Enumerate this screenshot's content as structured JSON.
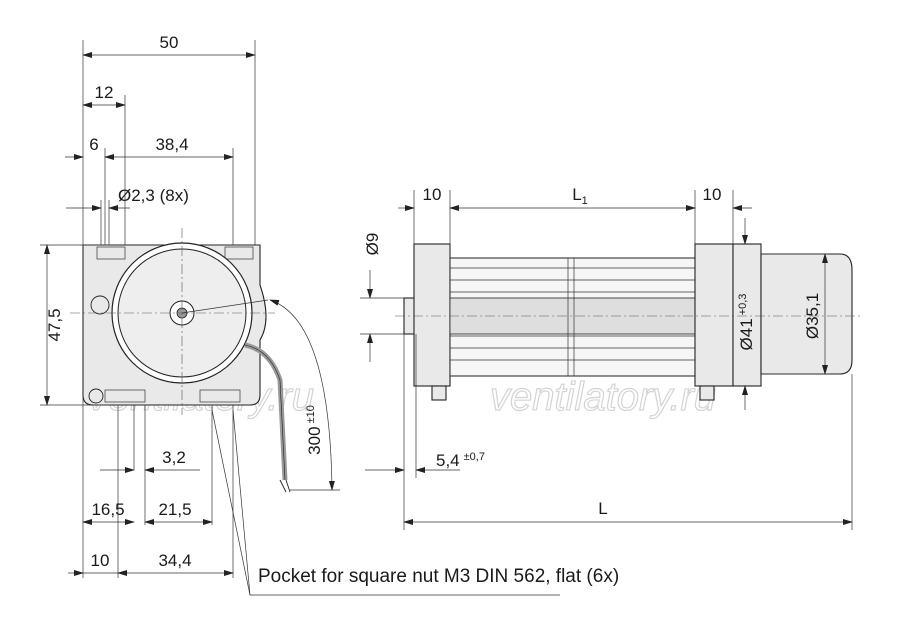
{
  "drawing": {
    "side_view": {
      "dim_width_total": "50",
      "dim_12": "12",
      "dim_6": "6",
      "dim_38_4": "38,4",
      "dim_hole": "Ø2,3 (8x)",
      "dim_height": "47,5",
      "dim_3_2": "3,2",
      "dim_16_5": "16,5",
      "dim_21_5": "21,5",
      "dim_10": "10",
      "dim_34_4": "34,4",
      "dim_cable": "300",
      "dim_cable_tol": "±10"
    },
    "front_view": {
      "dim_left_10": "10",
      "dim_l1": "L",
      "dim_l1_sub": "1",
      "dim_right_10": "10",
      "dim_shaft": "Ø9",
      "dim_41": "Ø41",
      "dim_41_tol": "+0,3",
      "dim_35_1": "Ø35,1",
      "dim_5_4": "5,4",
      "dim_5_4_tol": "±0,7",
      "dim_total": "L"
    },
    "note": "Pocket for square nut M3 DIN 562, flat (6x)",
    "watermark_1": "ventilatory.ru",
    "watermark_2": "ventilatory.ru"
  }
}
